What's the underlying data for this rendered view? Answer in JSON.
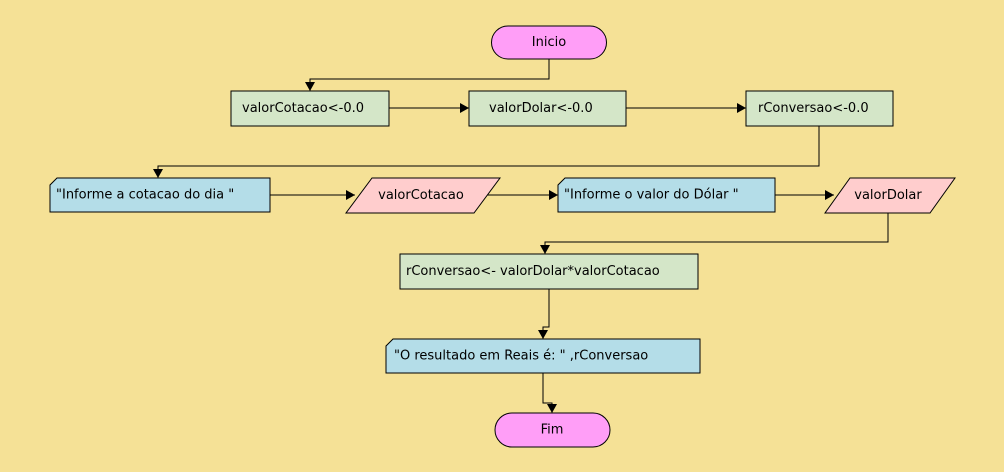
{
  "colors": {
    "background": "#f5e196",
    "terminal_fill": "#ff9ef7",
    "assignment_fill": "#d4e6c8",
    "output_fill": "#b4dde8",
    "input_fill": "#ffcdcd",
    "stroke": "#000000"
  },
  "nodes": {
    "start": {
      "type": "terminal",
      "text": "Inicio"
    },
    "assign_cotacao": {
      "type": "assignment",
      "text": "valorCotacao<-0.0"
    },
    "assign_dolar": {
      "type": "assignment",
      "text": "valorDolar<-0.0"
    },
    "assign_conversao": {
      "type": "assignment",
      "text": "rConversao<-0.0"
    },
    "output_cotacao_prompt": {
      "type": "output",
      "text": "\"Informe a cotacao do dia \""
    },
    "input_cotacao": {
      "type": "input",
      "text": "valorCotacao"
    },
    "output_dolar_prompt": {
      "type": "output",
      "text": "\"Informe o valor do Dólar \""
    },
    "input_dolar": {
      "type": "input",
      "text": "valorDolar"
    },
    "compute_conversao": {
      "type": "assignment",
      "text": "rConversao<- valorDolar*valorCotacao"
    },
    "output_result": {
      "type": "output",
      "text": "\"O resultado em Reais é: \" ,rConversao"
    },
    "end": {
      "type": "terminal",
      "text": "Fim"
    }
  },
  "edges": [
    [
      "start",
      "assign_cotacao"
    ],
    [
      "assign_cotacao",
      "assign_dolar"
    ],
    [
      "assign_dolar",
      "assign_conversao"
    ],
    [
      "assign_conversao",
      "output_cotacao_prompt"
    ],
    [
      "output_cotacao_prompt",
      "input_cotacao"
    ],
    [
      "input_cotacao",
      "output_dolar_prompt"
    ],
    [
      "output_dolar_prompt",
      "input_dolar"
    ],
    [
      "input_dolar",
      "compute_conversao"
    ],
    [
      "compute_conversao",
      "output_result"
    ],
    [
      "output_result",
      "end"
    ]
  ]
}
